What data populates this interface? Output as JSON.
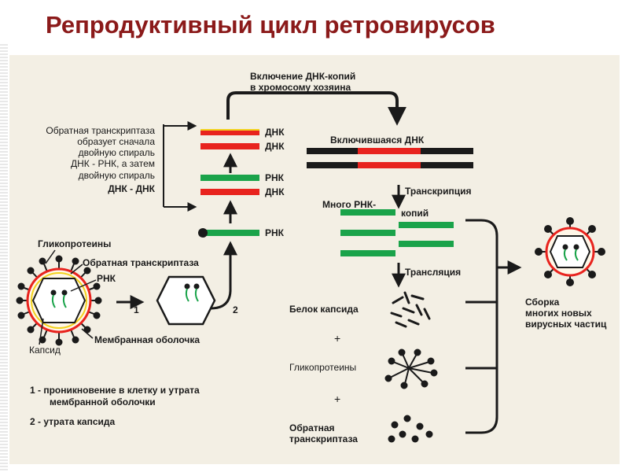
{
  "title": "Репродуктивный цикл ретровирусов",
  "labels": {
    "include_l1": "Включение ДНК-копий",
    "include_l2": "в хромосому хозяина",
    "rt_l1": "Обратная транскриптаза",
    "rt_l2": "образует сначала",
    "rt_l3": "двойную спираль",
    "rt_l4": "ДНК - РНК, а затем",
    "rt_l5": "двойную спираль",
    "rt_l6": "ДНК - ДНК",
    "dna1": "ДНК",
    "dna2": "ДНК",
    "rna1": "РНК",
    "dna3": "ДНК",
    "rna2": "РНК",
    "integrated_dna": "Включившаяся ДНК",
    "transcription": "Транскрипция",
    "many_rna_l1": "Много РНК-",
    "many_rna_l2": "копий",
    "translation": "Трансляция",
    "capsid_protein": "Белок капсида",
    "plus1": "+",
    "glycoproteins2": "Гликопротеины",
    "plus2": "+",
    "rt2_l1": "Обратная",
    "rt2_l2": "транскриптаза",
    "assembly_l1": "Сборка",
    "assembly_l2": "многих новых",
    "assembly_l3": "вирусных частиц",
    "glycoproteins": "Гликопротеины",
    "rt3": "Обратная транскриптаза",
    "rna3": "РНК",
    "capsid": "Капсид",
    "membrane": "Мембранная оболочка",
    "step1_num": "1",
    "step2_num": "2",
    "legend1_l1": "1 - проникновение в клетку и утрата",
    "legend1_l2": "мембранной оболочки",
    "legend2": "2 - утрата капсида"
  },
  "colors": {
    "title": "#8b1a1a",
    "dna": "#e8231e",
    "rna": "#1aa34a",
    "dark": "#1a1a1a",
    "yellow": "#f2d21e",
    "paper": "#f3efe4"
  }
}
